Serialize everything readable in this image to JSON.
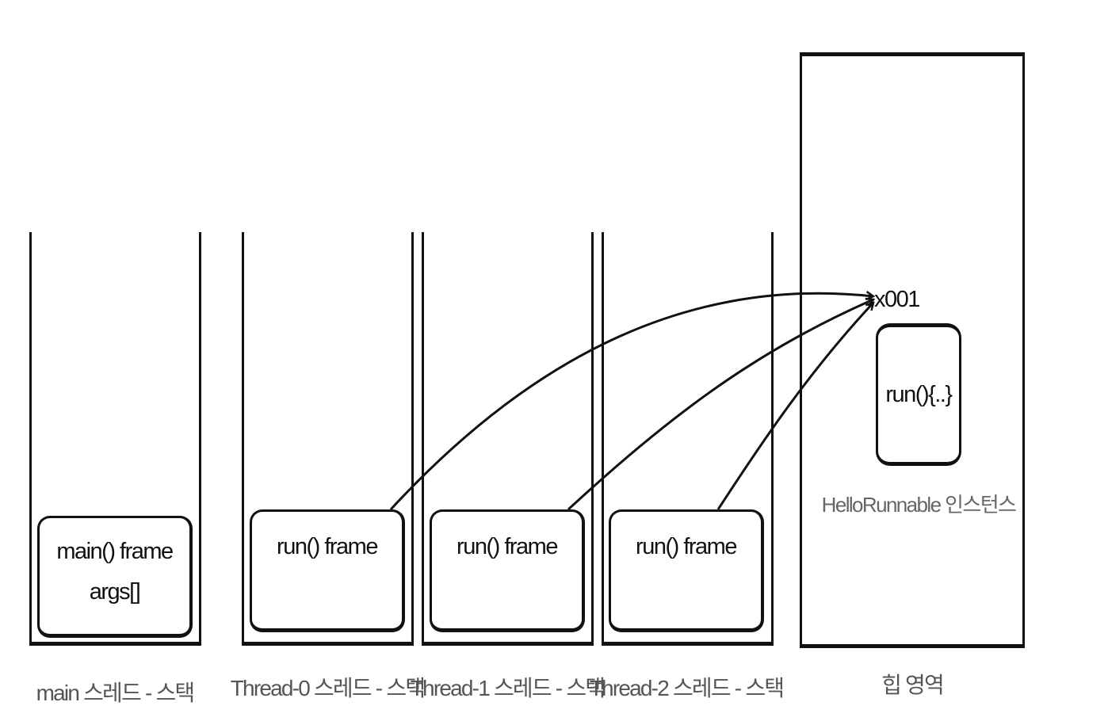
{
  "stacks": [
    {
      "caption": "main 스레드 - 스택",
      "frame_lines": [
        "main() frame",
        "args[]"
      ]
    },
    {
      "caption": "Thread-0 스레드 - 스택",
      "frame_lines": [
        "run() frame"
      ]
    },
    {
      "caption": "Thread-1 스레드 - 스택",
      "frame_lines": [
        "run() frame"
      ]
    },
    {
      "caption": "Thread-2 스레드 - 스택",
      "frame_lines": [
        "run() frame"
      ]
    }
  ],
  "heap": {
    "caption": "힙 영역",
    "reference": "x001",
    "method": "run(){..}",
    "instance_label": "HelloRunnable 인스턴스"
  },
  "colors": {
    "stroke": "#111111",
    "caption": "#555555",
    "instance_label": "#666666"
  }
}
